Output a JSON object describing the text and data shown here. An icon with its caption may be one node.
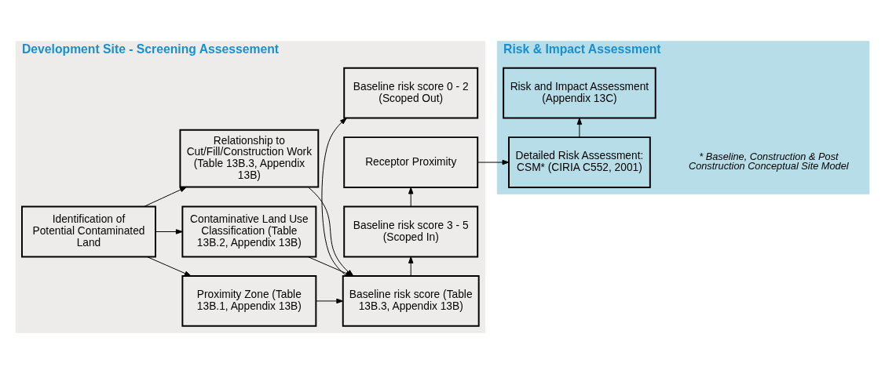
{
  "diagram": {
    "nodes": [
      {
        "text": [
          "Development Site - Screening Assessement"
        ]
      },
      {
        "text": [
          "Identification of Potential Contaminated Land"
        ],
        "in": 0
      },
      {
        "text": [
          "Proximity Zone (Table 13B.1, Appendix 13B)"
        ],
        "in": 0
      },
      {
        "text": [
          "Contaminative Land Use Classification (Table 13B.2, Appendix 13B)"
        ],
        "in": 0
      },
      {
        "text": [
          "Relationship to Cut/Fill/Construction Work (Table 13B.3, Appendix 13B)"
        ],
        "in": 0
      },
      {
        "text": [
          "Baseline risk score 0 - 2 (Scoped Out)"
        ],
        "in": 0
      },
      {
        "text": [
          "Baseline risk score (Table 13B.3, Appendix 13B)"
        ],
        "in": 0
      },
      {
        "text": [
          "Baseline risk score 3 - 5 (Scoped In)"
        ],
        "in": 0
      },
      {
        "text": [
          "Receptor Proximity"
        ],
        "in": 0
      },
      {
        "text": [
          "Risk & Impact Assessment"
        ]
      },
      {
        "text": [
          "Risk and Impact Assessment (Appendix 13C)"
        ],
        "in": 9
      },
      {
        "text": [
          "Detailed Risk Assessment: CSM* (CIRIA C552, 2001)"
        ],
        "in": 9
      }
    ],
    "edges": [
      {
        "from": 1,
        "to": 2,
        "arrow": "to"
      },
      {
        "from": 1,
        "to": 3,
        "arrow": "to"
      },
      {
        "from": 1,
        "to": 4,
        "arrow": "to"
      },
      {
        "from": 2,
        "to": 6,
        "arrow": "to"
      },
      {
        "from": 3,
        "to": 6,
        "arrow": "to"
      },
      {
        "from": 4,
        "to": 6,
        "arrow": "to"
      },
      {
        "from": 6,
        "to": 5,
        "arrow": "to"
      },
      {
        "from": 6,
        "to": 7,
        "arrow": "to"
      },
      {
        "from": 7,
        "to": 8,
        "arrow": "to"
      },
      {
        "from": 8,
        "to": 11,
        "arrow": "to"
      },
      {
        "from": 11,
        "to": 10,
        "arrow": "to"
      }
    ],
    "labels": [
      "* Baseline, Construction & Post Construction Conceptual Site Model"
    ]
  }
}
